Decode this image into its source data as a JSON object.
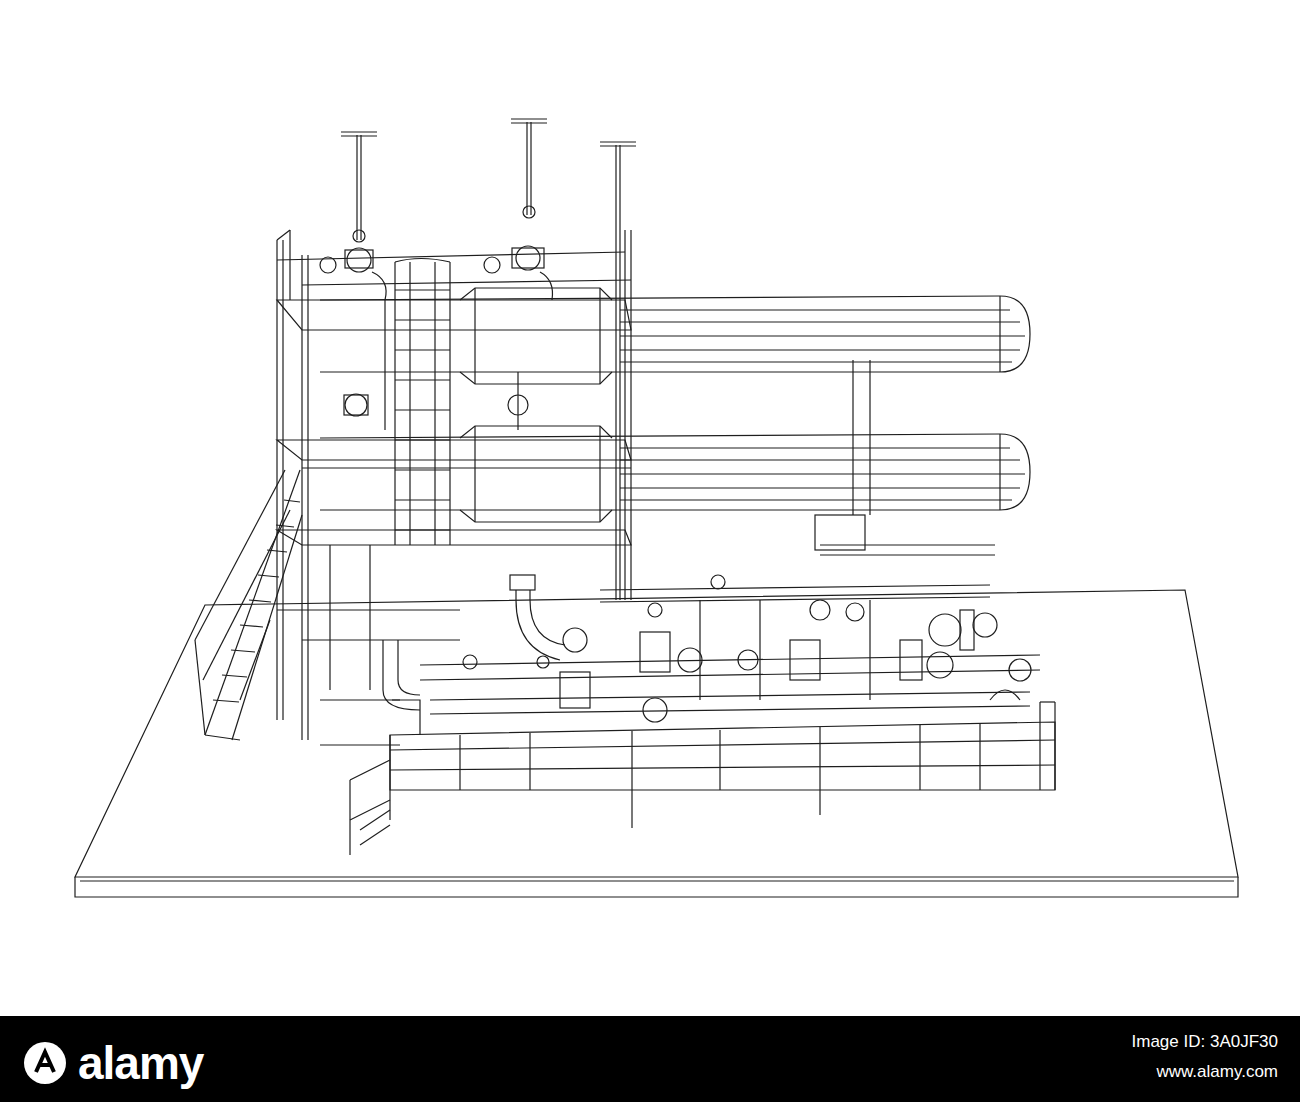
{
  "diagram": {
    "labels": [
      "alamy",
      "Image ID: 3A0JF30",
      "www.alamy.com"
    ]
  }
}
